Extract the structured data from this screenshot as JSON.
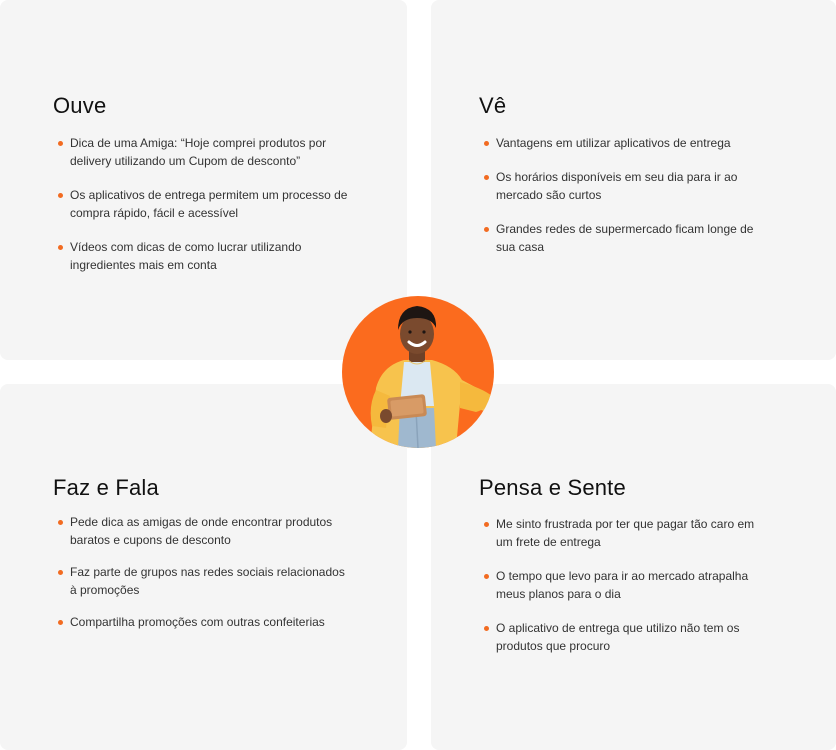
{
  "colors": {
    "quadrant_bg": "#f5f5f5",
    "accent": "#f26b21",
    "avatar_bg": "#fb6b1e"
  },
  "quadrants": {
    "hears": {
      "title": "Ouve",
      "items": [
        "Dica de uma Amiga: “Hoje comprei produtos por delivery utilizando um Cupom de desconto”",
        "Os aplicativos de entrega permitem um processo de compra rápido, fácil e acessível",
        "Vídeos com dicas de como lucrar utilizando ingredientes mais em conta"
      ]
    },
    "sees": {
      "title": "Vê",
      "items": [
        "Vantagens em utilizar aplicativos de entrega",
        "Os horários disponíveis em seu dia para ir ao mercado são curtos",
        "Grandes redes de supermercado ficam longe de sua casa"
      ]
    },
    "says_does": {
      "title": "Faz e Fala",
      "items": [
        "Pede dica as amigas de onde encontrar produtos baratos e cupons de desconto",
        "Faz parte de grupos nas redes sociais relacionados à promoções",
        "Compartilha promoções com outras confeiterias"
      ]
    },
    "thinks_feels": {
      "title": "Pensa e Sente",
      "items": [
        "Me sinto frustrada por ter que pagar tão caro em um frete de entrega",
        "O tempo que levo para ir ao mercado atrapalha meus planos para o dia",
        "O aplicativo de entrega que utilizo não tem os produtos que procuro"
      ]
    }
  },
  "persona": {
    "icon": "persona-avatar"
  }
}
